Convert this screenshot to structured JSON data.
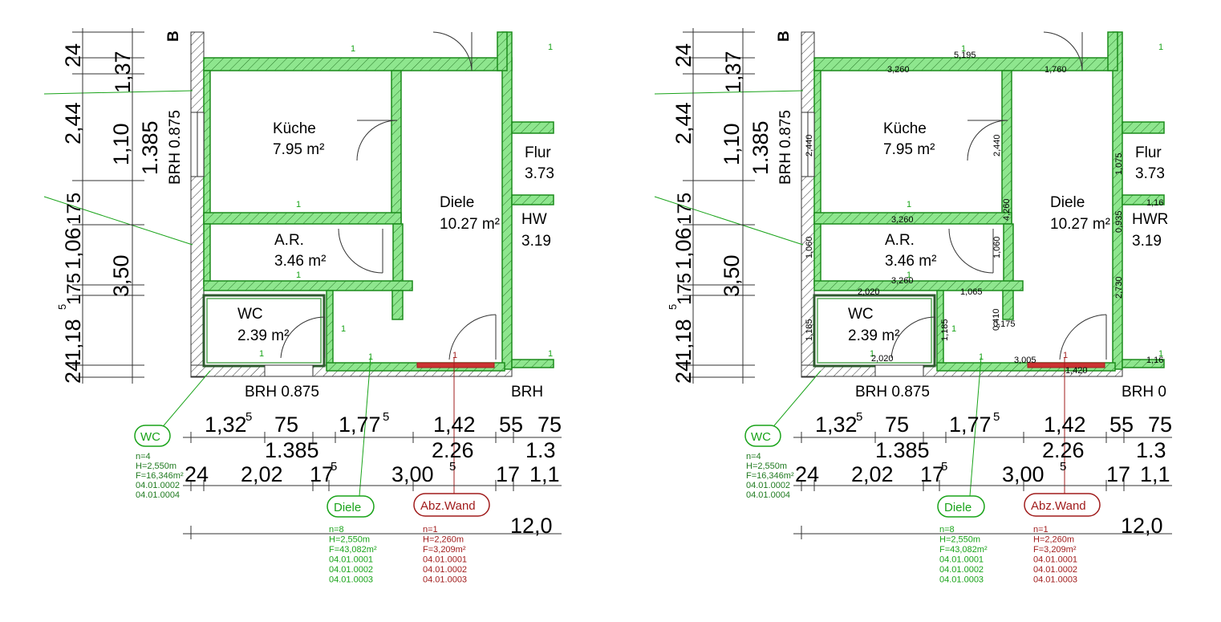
{
  "panels": [
    {
      "id": "left",
      "rooms": {
        "kueche": {
          "name": "Küche",
          "area": "7.95 m²"
        },
        "diele": {
          "name": "Diele",
          "area": "10.27 m²"
        },
        "ar": {
          "name": "A.R.",
          "area": "3.46 m²"
        },
        "wc": {
          "name": "WC",
          "area": "2.39 m²"
        },
        "flur": {
          "name": "Flur",
          "area": "3.73"
        },
        "hwr": {
          "name": "HW",
          "area": "3.19"
        }
      },
      "brh_vertical": "BRH 0.875",
      "brh_bottom": "BRH 0.875",
      "brh_right": "BRH",
      "axis_letter": "B",
      "vdims_outer": [
        "24",
        "2,44",
        "3,50",
        "24"
      ],
      "vdims_inner": [
        "1,37",
        "1,10",
        "1,06",
        "1,18"
      ],
      "vdims_mid": "1.385",
      "vdims_175a": "175",
      "vdims_175b": "175",
      "vdims_5": "5",
      "hdims_row1": [
        "1,32",
        "75",
        "1,77",
        "1,42",
        "55",
        "75"
      ],
      "hdims_row1_sup": "5",
      "hdims_row2": [
        "1.385",
        "2.26",
        "1.3"
      ],
      "hdims_row3": [
        "24",
        "2,02",
        "17",
        "3,00",
        "17",
        "1,1"
      ],
      "hdims_total": "12,0",
      "tags": {
        "wc": {
          "label": "WC",
          "info": [
            "n=4",
            "H=2,550m",
            "F=16,346m²",
            "04.01.0002",
            "04.01.0004"
          ]
        },
        "diele": {
          "label": "Diele",
          "info": [
            "n=8",
            "H=2,550m",
            "F=43,082m²",
            "04.01.0001",
            "04.01.0002",
            "04.01.0003"
          ]
        },
        "abzwand": {
          "label": "Abz.Wand",
          "info": [
            "n=1",
            "H=2,260m",
            "F=3,209m²",
            "04.01.0001",
            "04.01.0002",
            "04.01.0003"
          ]
        }
      },
      "wall_counts": "1",
      "wall_lengths": null
    },
    {
      "id": "right",
      "rooms": {
        "kueche": {
          "name": "Küche",
          "area": "7.95 m²"
        },
        "diele": {
          "name": "Diele",
          "area": "10.27 m²"
        },
        "ar": {
          "name": "A.R.",
          "area": "3.46 m²"
        },
        "wc": {
          "name": "WC",
          "area": "2.39 m²"
        },
        "flur": {
          "name": "Flur",
          "area": "3.73"
        },
        "hwr": {
          "name": "HWR",
          "area": "3.19"
        }
      },
      "brh_vertical": "BRH 0.875",
      "brh_bottom": "BRH 0.875",
      "brh_right": "BRH 0",
      "axis_letter": "B",
      "vdims_outer": [
        "24",
        "2,44",
        "3,50",
        "24"
      ],
      "vdims_inner": [
        "1,37",
        "1,10",
        "1,06",
        "1,18"
      ],
      "vdims_mid": "1.385",
      "vdims_175a": "175",
      "vdims_175b": "175",
      "vdims_5": "5",
      "hdims_row1": [
        "1,32",
        "75",
        "1,77",
        "1,42",
        "55",
        "75"
      ],
      "hdims_row1_sup": "5",
      "hdims_row2": [
        "1.385",
        "2.26",
        "1.3"
      ],
      "hdims_row3": [
        "24",
        "2,02",
        "17",
        "3,00",
        "17",
        "1,1"
      ],
      "hdims_total": "12,0",
      "tags": {
        "wc": {
          "label": "WC",
          "info": [
            "n=4",
            "H=2,550m",
            "F=16,346m²",
            "04.01.0002",
            "04.01.0004"
          ]
        },
        "diele": {
          "label": "Diele",
          "info": [
            "n=8",
            "H=2,550m",
            "F=43,082m²",
            "04.01.0001",
            "04.01.0002",
            "04.01.0003"
          ]
        },
        "abzwand": {
          "label": "Abz.Wand",
          "info": [
            "n=1",
            "H=2,260m",
            "F=3,209m²",
            "04.01.0001",
            "04.01.0002",
            "04.01.0003"
          ]
        }
      },
      "wall_counts": "1",
      "wall_lengths": {
        "top_total": "5,195",
        "top_left": "3,260",
        "top_right": "1,760",
        "kueche_left": "2,440",
        "kueche_right": "2,440",
        "diele_wall": "4,260",
        "kueche_bottom": "3,260",
        "ar_left": "1,060",
        "ar_right": "1,060",
        "ar_bottom": "3,260",
        "wc_top": "2,020",
        "wc_top_right": "1,065",
        "wc_left": "1,185",
        "wc_right": "1,185",
        "wc_bottom": "2,020",
        "stub_a": "0,410",
        "stub_b": "0,175",
        "bottom_mid": "3,005",
        "bottom_red": "1,420",
        "flur_left": "1,075",
        "hwr_top": "1,16",
        "hwr_left_a": "0,935",
        "hwr_left_b": "2,730",
        "hwr_bottom": "1,16"
      }
    }
  ]
}
